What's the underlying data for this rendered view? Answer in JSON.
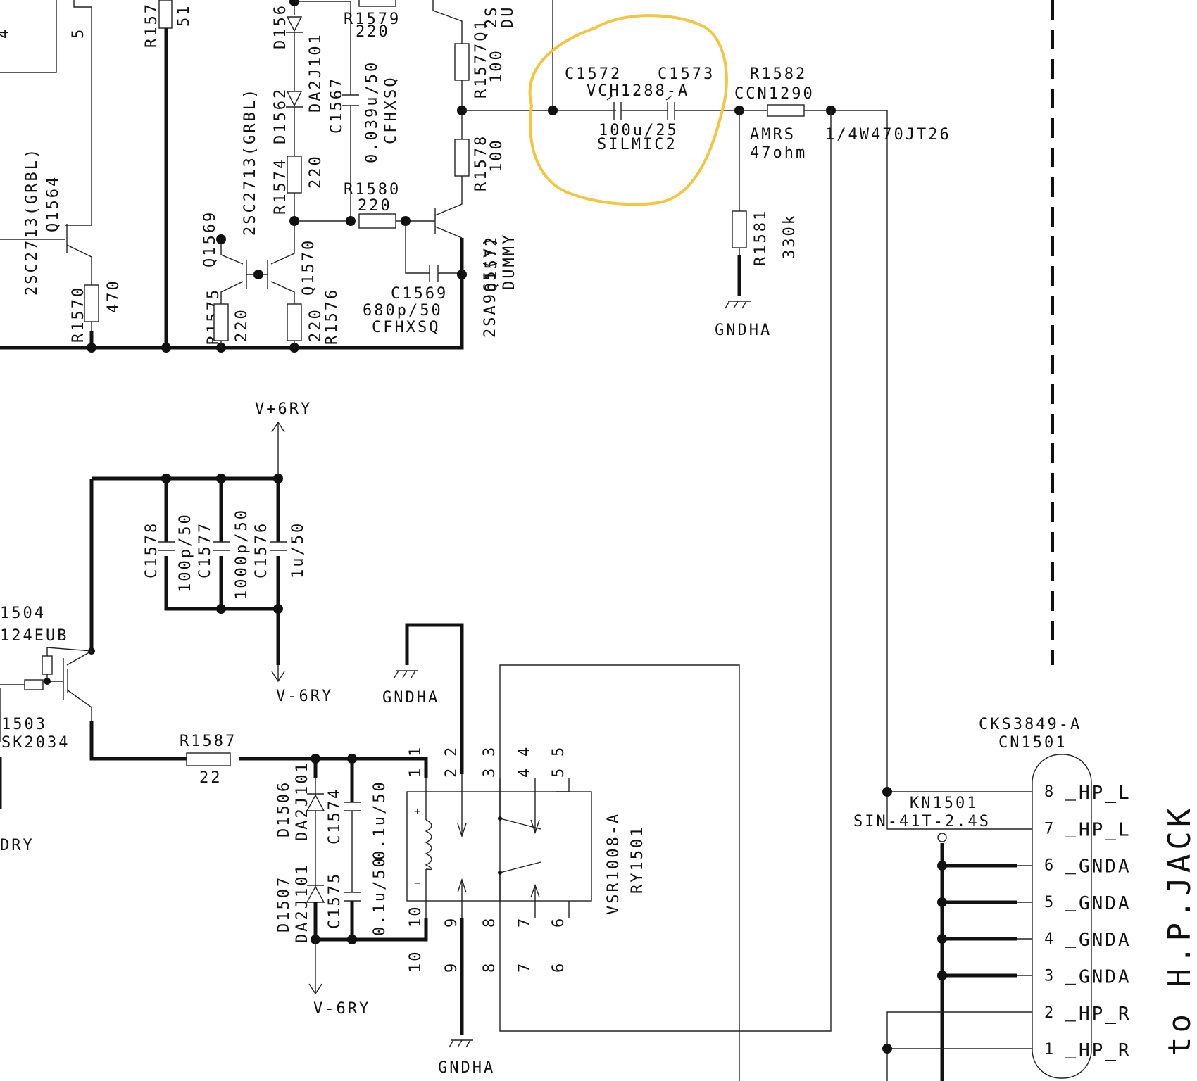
{
  "labels": {
    "r1579": "R1579",
    "r1579_val": "220",
    "c1567": "C1567",
    "c1567_val": "0.039u/50",
    "c1567_type": "CFHXSQ",
    "q1577": "R1577Q1",
    "r1577_val": "100",
    "r1578": "R1578",
    "r1578_val": "100",
    "q_2s": "2S",
    "q_du": "DU",
    "d1562": "D1562",
    "d156x": "D156",
    "da2j101_top": "DA2J101",
    "q1569": "Q1569",
    "q1569_type": "2SC2713(GRBL)",
    "q1564_type": "2SC2713(GRBL)",
    "q1564": "Q1564",
    "r1574": "R1574",
    "r1574_val": "220",
    "r1580": "R1580",
    "r1580_val": "220",
    "r1575": "R1575",
    "r1575_val": "220",
    "q1570": "Q1570",
    "r1576": "R1576",
    "r1576_val": "220",
    "r1570": "R1570",
    "r1570_val": "470",
    "r157x": "R157",
    "r157x_val": "51",
    "pin5_top": "5",
    "pin4_top": "4",
    "c1569": "C1569",
    "c1569_val": "680p/50",
    "c1569_type": "CFHXSQ",
    "q1572": "Q1572",
    "q1572_type": "2SA965(Y)",
    "q1572_dummy": "DUMMY",
    "c1572": "C1572",
    "c1573": "C1573",
    "vch": "VCH1288-A",
    "c157x_val": "100u/25",
    "c157x_type": "SILMIC2",
    "r1582": "R1582",
    "ccn": "CCN1290",
    "amrs": "AMRS",
    "amrs_part": "1/4W470JT26",
    "ohm47": "47ohm",
    "r1581": "R1581",
    "r1581_val": "330k",
    "gndha1": "GNDHA",
    "vplus": "V+6RY",
    "vminus1": "V-6RY",
    "c1578": "C1578",
    "c1578_val": "100p/50",
    "c1577": "C1577",
    "c1577_val": "1000p/50",
    "c1576": "C1576",
    "c1576_val": "1u/50",
    "q1504": "1504",
    "q1504_part": "124EUB",
    "q1503": "1503",
    "q1503_part": "SK2034",
    "dry": "DRY",
    "gndha2": "GNDHA",
    "r1587": "R1587",
    "r1587_val": "22",
    "d1506": "D1506",
    "da2j101_a": "DA2J101",
    "d1507": "D1507",
    "da2j101_b": "DA2J101",
    "c1574": "C1574",
    "c1574_val": "0.1u/50",
    "c1575": "C1575",
    "c1575_val": "0.1u/50",
    "vminus2": "V-6RY",
    "gndha3": "GNDHA",
    "relay_part": "VSR1008-A",
    "relay_ref": "RY1501",
    "cks": "CKS3849-A",
    "cn1501": "CN1501",
    "kn1501": "KN1501",
    "sin": "SIN-41T-2.4S",
    "hp_jack": "to H.P.JACK"
  },
  "relay_pins_top": [
    "1",
    "2",
    "3",
    "4",
    "5"
  ],
  "relay_pins_bottom": [
    "10",
    "9",
    "8",
    "7",
    "6"
  ],
  "connector_pins": [
    {
      "num": "8",
      "signal": "HP_L"
    },
    {
      "num": "7",
      "signal": "HP_L"
    },
    {
      "num": "6",
      "signal": "GNDA"
    },
    {
      "num": "5",
      "signal": "GNDA"
    },
    {
      "num": "4",
      "signal": "GNDA"
    },
    {
      "num": "3",
      "signal": "GNDA"
    },
    {
      "num": "2",
      "signal": "HP_R"
    },
    {
      "num": "1",
      "signal": "HP_R"
    }
  ],
  "colors": {
    "highlight": "#f5c542",
    "ink": "#111111"
  }
}
